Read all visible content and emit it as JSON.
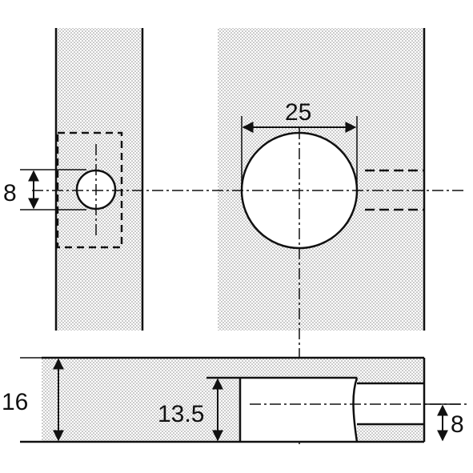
{
  "drawing": {
    "dimensions": {
      "hole_small_diameter": "8",
      "cup_diameter": "25",
      "panel_thickness": "16",
      "cup_depth": "13.5",
      "dowel_diameter": "8"
    },
    "colors": {
      "line": "#111111",
      "stipple": "#9a9a9a",
      "background": "#ffffff"
    }
  }
}
